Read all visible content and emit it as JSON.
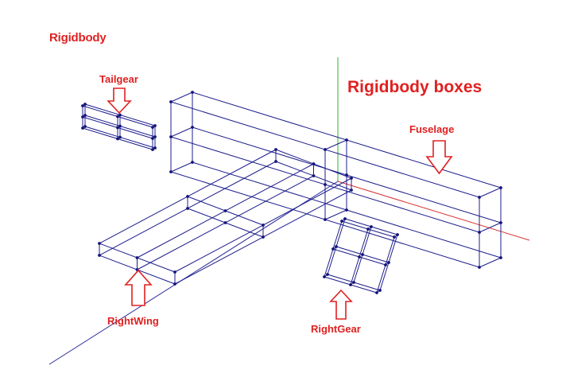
{
  "page": {
    "heading": "Rigidbody"
  },
  "diagram": {
    "title": "Rigidbody boxes",
    "parts": {
      "tailgear": "Tailgear",
      "fuselage": "Fuselage",
      "right_wing": "RightWing",
      "right_gear": "RightGear"
    }
  },
  "colors": {
    "label": "#e02020",
    "wireframe": "#1c1c8c",
    "vertex": "#14147a",
    "axis_y": "#2ab52a",
    "axis_x": "#d83030",
    "axis_z": "#2a2a9a",
    "arrow": "#e02020"
  }
}
